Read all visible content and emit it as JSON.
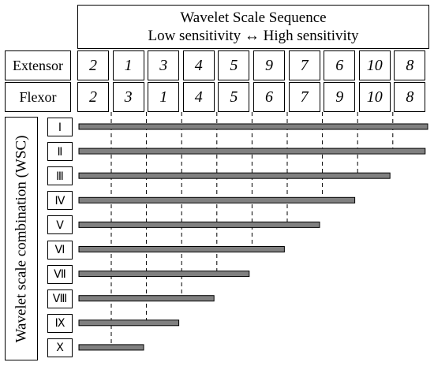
{
  "header": {
    "title": "Wavelet Scale Sequence",
    "subtitle": "Low sensitivity ↔ High sensitivity"
  },
  "rows": {
    "extensor": {
      "label": "Extensor",
      "values": [
        "2",
        "1",
        "3",
        "4",
        "5",
        "9",
        "7",
        "6",
        "10",
        "8"
      ]
    },
    "flexor": {
      "label": "Flexor",
      "values": [
        "2",
        "3",
        "1",
        "4",
        "5",
        "6",
        "7",
        "9",
        "10",
        "8"
      ]
    }
  },
  "wsc": {
    "label": "Wavelet scale combination (WSC)",
    "combinations": [
      {
        "label": "Ⅰ",
        "length": 10
      },
      {
        "label": "Ⅱ",
        "length": 9
      },
      {
        "label": "Ⅲ",
        "length": 8
      },
      {
        "label": "Ⅳ",
        "length": 7
      },
      {
        "label": "Ⅴ",
        "length": 6
      },
      {
        "label": "Ⅵ",
        "length": 5
      },
      {
        "label": "Ⅶ",
        "length": 4
      },
      {
        "label": "Ⅷ",
        "length": 3
      },
      {
        "label": "Ⅸ",
        "length": 2
      },
      {
        "label": "Ⅹ",
        "length": 1
      }
    ]
  },
  "colors": {
    "bar": "#808080",
    "border": "#000000"
  }
}
